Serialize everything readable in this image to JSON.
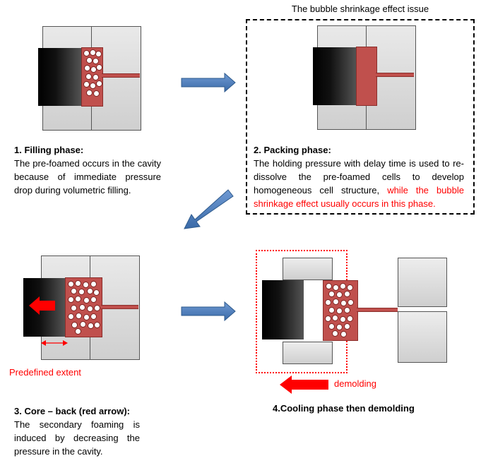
{
  "title_top": "The bubble shrinkage effect issue",
  "steps": {
    "s1": {
      "heading": "1. Filling phase:",
      "body": "The pre-foamed occurs in the cavity because of immediate pressure drop during volumetric filling."
    },
    "s2": {
      "heading": "2. Packing phase:",
      "body": "The holding pressure with delay time is used to re-dissolve the pre-foamed cells to develop homogeneous cell structure, ",
      "body_red": "while the bubble shrinkage effect usually occurs in this phase."
    },
    "s3": {
      "heading": "3. Core – back (red arrow):",
      "body": "The secondary foaming is induced by decreasing the pressure in the cavity."
    },
    "s4": {
      "heading": "4.Cooling phase then demolding"
    }
  },
  "labels": {
    "predefined": "Predefined extent",
    "demolding": "demolding"
  },
  "colors": {
    "polymer": "#c0504d",
    "arrow_blue": "#4f81bd",
    "red_text": "#ff0000"
  }
}
